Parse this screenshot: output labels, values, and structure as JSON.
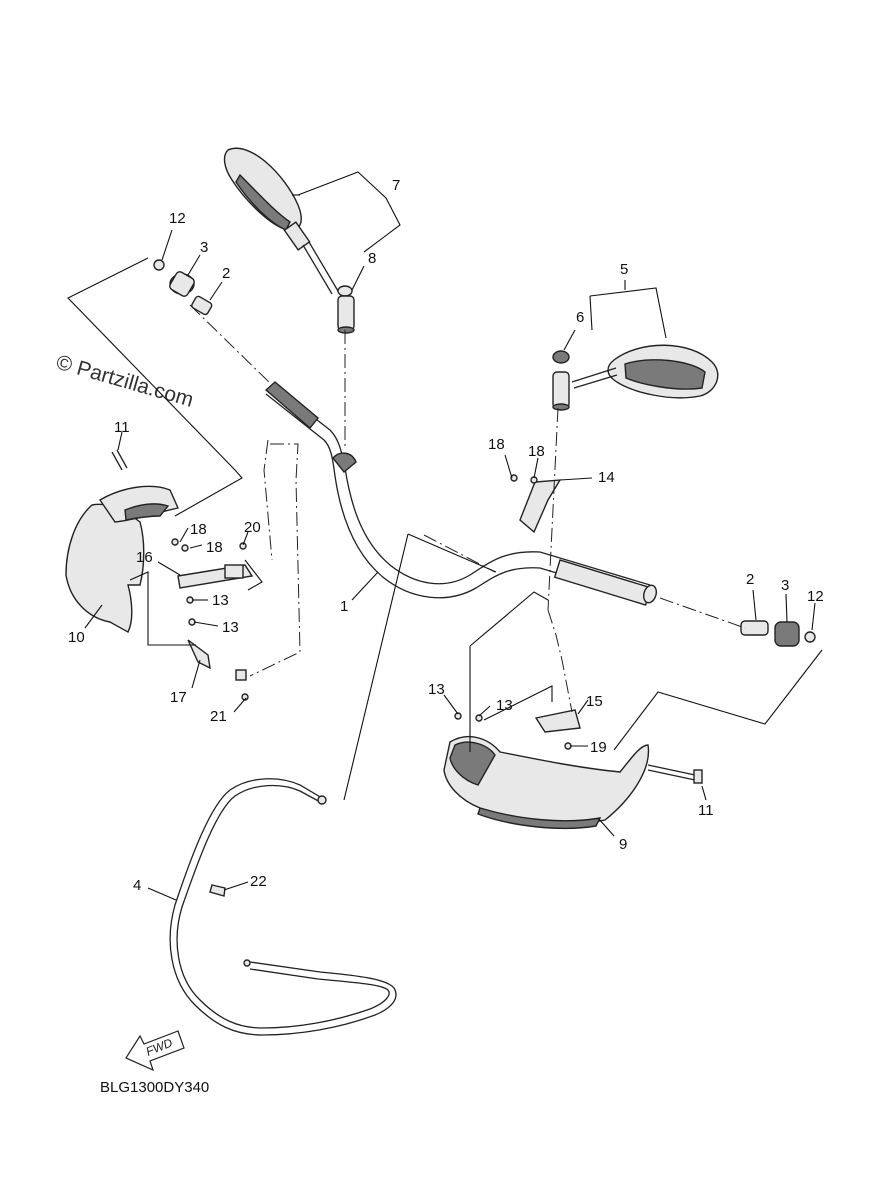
{
  "watermark": "© Partzilla.com",
  "diagram_code": "BLG1300DY340",
  "direction_marker": "FWD",
  "callouts": {
    "c1": "1",
    "c2_left": "2",
    "c2_right": "2",
    "c3_left": "3",
    "c3_right": "3",
    "c4": "4",
    "c5": "5",
    "c6": "6",
    "c7": "7",
    "c8": "8",
    "c9": "9",
    "c10": "10",
    "c11_left": "11",
    "c11_right": "11",
    "c12_left": "12",
    "c12_right": "12",
    "c13_a": "13",
    "c13_b": "13",
    "c13_c": "13",
    "c13_d": "13",
    "c14": "14",
    "c15": "15",
    "c16": "16",
    "c17": "17",
    "c18_a": "18",
    "c18_b": "18",
    "c18_c": "18",
    "c18_d": "18",
    "c19": "19",
    "c20": "20",
    "c21": "21",
    "c22": "22"
  }
}
